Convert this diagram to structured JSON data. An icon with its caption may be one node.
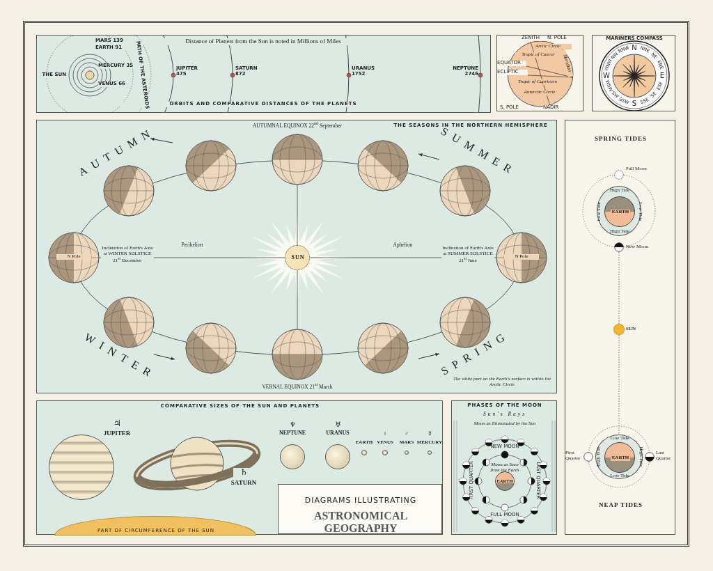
{
  "diagram": {
    "nodes": [
      {
        "text": [
          "Distance of Planets from the Sun is noted in Millions of Miles",
          "ORBITS AND COMPARATIVE DISTANCES OF THE PLANETS"
        ]
      },
      {
        "text": [
          "ZENITH",
          "N. POLE",
          "Arctic Circle",
          "Meridian",
          "Tropic of Cancer",
          "EQUATOR",
          "ECLIPTIC",
          "Tropic of Capricorn",
          "Antarctic Circle",
          "S. POLE",
          "NADIR"
        ]
      },
      {
        "text": [
          "MARINERS COMPASS",
          "N",
          "NNE",
          "NE",
          "ENE",
          "E",
          "ESE",
          "SE",
          "SSE",
          "S",
          "SSW",
          "SW",
          "WSW",
          "W",
          "WNW",
          "NW",
          "NNW"
        ]
      },
      {
        "text": [
          "THE SEASONS IN THE NORTHERN HEMISPHERE"
        ]
      },
      {
        "text": [],
        "shape": "circle",
        "in": 3
      },
      {
        "text": [],
        "shape": "circle",
        "in": 3
      },
      {
        "text": [],
        "shape": "circle",
        "in": 3
      },
      {
        "text": [],
        "shape": "circle",
        "in": 3
      },
      {
        "text": [],
        "shape": "circle",
        "in": 3
      },
      {
        "text": [
          "N Pole"
        ],
        "in": 3
      },
      {
        "text": [
          "SUN"
        ],
        "in": 3
      },
      {
        "text": [
          "N Pole"
        ],
        "in": 3
      },
      {
        "text": [],
        "shape": "circle",
        "in": 3
      },
      {
        "text": [],
        "shape": "circle",
        "in": 3
      },
      {
        "text": [],
        "shape": "circle",
        "in": 3
      },
      {
        "text": [],
        "shape": "circle",
        "in": 3
      },
      {
        "text": [],
        "shape": "circle",
        "in": 3
      },
      {
        "text": [
          "SPRING TIDES",
          "NEAP TIDES"
        ]
      },
      {
        "text": [],
        "shape": "circle",
        "in": 17,
        "beside": [
          "Full Moon"
        ]
      },
      {
        "text": [
          "High Tide",
          "Low Tide",
          "Low Tide",
          "High Tide"
        ],
        "in": 17
      },
      {
        "text": [
          "EARTH"
        ],
        "in": 19
      },
      {
        "text": [],
        "shape": "circle",
        "in": 17,
        "beside": [
          "New Moon"
        ]
      },
      {
        "text": [],
        "shape": "circle",
        "in": 17,
        "beside": [
          "SUN"
        ]
      },
      {
        "text": [],
        "shape": "circle",
        "in": 17,
        "beside": [
          "First Quarter"
        ]
      },
      {
        "text": [
          "Low Tide",
          "High Tide",
          "High Tide",
          "Low Tide"
        ],
        "in": 17
      },
      {
        "text": [
          "EARTH"
        ],
        "in": 24
      },
      {
        "text": [],
        "shape": "circle",
        "in": 17,
        "beside": [
          "Last Quarter"
        ]
      },
      {
        "text": [
          "COMPARATIVE SIZES OF THE SUN AND PLANETS"
        ]
      },
      {
        "text": [],
        "shape": "circle",
        "in": 27,
        "beside": [
          "♃",
          "JUPITER"
        ]
      },
      {
        "text": [],
        "shape": "picture",
        "in": 27,
        "beside": [
          "♄",
          "SATURN"
        ]
      },
      {
        "text": [],
        "shape": "circle",
        "in": 27,
        "beside": [
          "♆",
          "NEPTUNE"
        ]
      },
      {
        "text": [],
        "shape": "circle",
        "in": 27,
        "beside": [
          "♅",
          "URANUS"
        ]
      },
      {
        "text": [],
        "shape": "circle",
        "in": 27,
        "beside": [
          "EARTH"
        ]
      },
      {
        "text": [],
        "shape": "circle",
        "in": 27,
        "beside": [
          "♀",
          "VENUS"
        ]
      },
      {
        "text": [],
        "shape": "circle",
        "in": 27,
        "beside": [
          "♂",
          "MARS"
        ]
      },
      {
        "text": [],
        "shape": "circle",
        "in": 27,
        "beside": [
          "☿",
          "MERCURY"
        ]
      },
      {
        "text": [
          "PART OF CIRCUMFERENCE OF THE SUN"
        ],
        "in": 27
      },
      {
        "text": [
          "DIAGRAMS ILLUSTRATING",
          "ASTRONOMICAL GEOGRAPHY"
        ],
        "in": 27
      },
      {
        "text": [
          "PHASES OF THE MOON",
          "Sun's Rays"
        ]
      },
      {
        "text": [
          "EARTH"
        ],
        "in": 38
      }
    ],
    "edges": [
      {
        "from": 9,
        "to": 10,
        "arrow": "none",
        "label": "Perihelion"
      },
      {
        "from": 10,
        "to": 11,
        "arrow": "none",
        "label": "Aphelion"
      },
      {
        "from": 5,
        "to": 10,
        "arrow": "none"
      },
      {
        "from": 10,
        "to": 15,
        "arrow": "none"
      },
      {
        "from": 21,
        "to": 22,
        "arrow": "none",
        "style": "dashed"
      },
      {
        "from": 22,
        "to": 24,
        "arrow": "none",
        "style": "dashed"
      }
    ],
    "labels": [
      "MARS 139",
      "EARTH 91",
      "MERCURY 35",
      "THE SUN",
      "VENUS 66",
      "PATH OF THE ASTEROIDS",
      "JUPITER 475",
      "SATURN 872",
      "URANUS 1752",
      "NEPTUNE 2746",
      "AUTUMNAL EQUINOX 22$^{nd}$ September",
      "AUTUMN",
      "SUMMER",
      "Inclination of Earth's Axis at WINTER SOLSTICE 21$^{st}$ December",
      "Inclination of Earth's Axis at SUMMER SOLSTICE 21$^{st}$ June",
      "WINTER",
      "SPRING",
      "VERNAL EQUINOX 21$^{st}$ March",
      "The white part on the Earth's surface is within the Arctic Circle",
      "Moon as Illuminated by the Sun",
      "NEW MOON",
      "Moon as Seen from the Earth",
      "FIRST QUARTER",
      "LAST QUARTER",
      "FULL MOON"
    ]
  }
}
